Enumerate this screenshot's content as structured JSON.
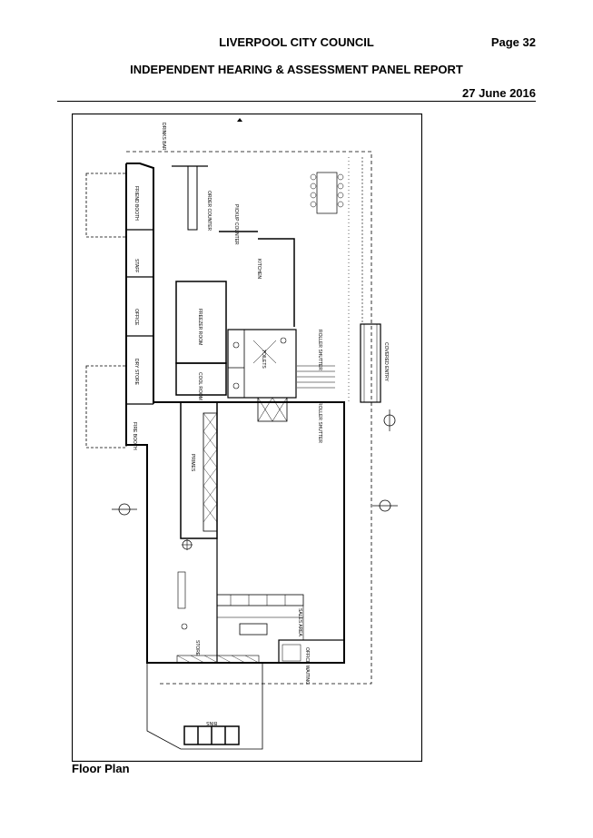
{
  "header": {
    "council": "LIVERPOOL CITY COUNCIL",
    "page": "Page 32",
    "report": "INDEPENDENT HEARING & ASSESSMENT PANEL REPORT",
    "date": "27 June 2016"
  },
  "caption": "Floor Plan",
  "plan_labels": {
    "drinks": "DRINKS BAR",
    "friend_booth": "FRIEND BOOTH",
    "order_counter": "ORDER COUNTER",
    "pickup_counter": "PICKUP COUNTER",
    "staff": "STAFF",
    "office": "OFFICE",
    "kitchen": "KITCHEN",
    "dry_store": "DRY STORE",
    "freezer_room": "FREEZER ROOM",
    "roller_shutter_1": "ROLLER SHUTTER",
    "covered_entry": "COVERED ENTRY",
    "toilets": "TOILETS",
    "cool_room": "COOL ROOM",
    "roller_shutter_2": "ROLLER SHUTTER",
    "fire_booth": "FIRE BOOTH",
    "primes": "PRIMES",
    "sales_area": "SALES AREA",
    "store": "STORE",
    "office_waiting": "OFFICE WAITING",
    "bins": "BINS"
  }
}
